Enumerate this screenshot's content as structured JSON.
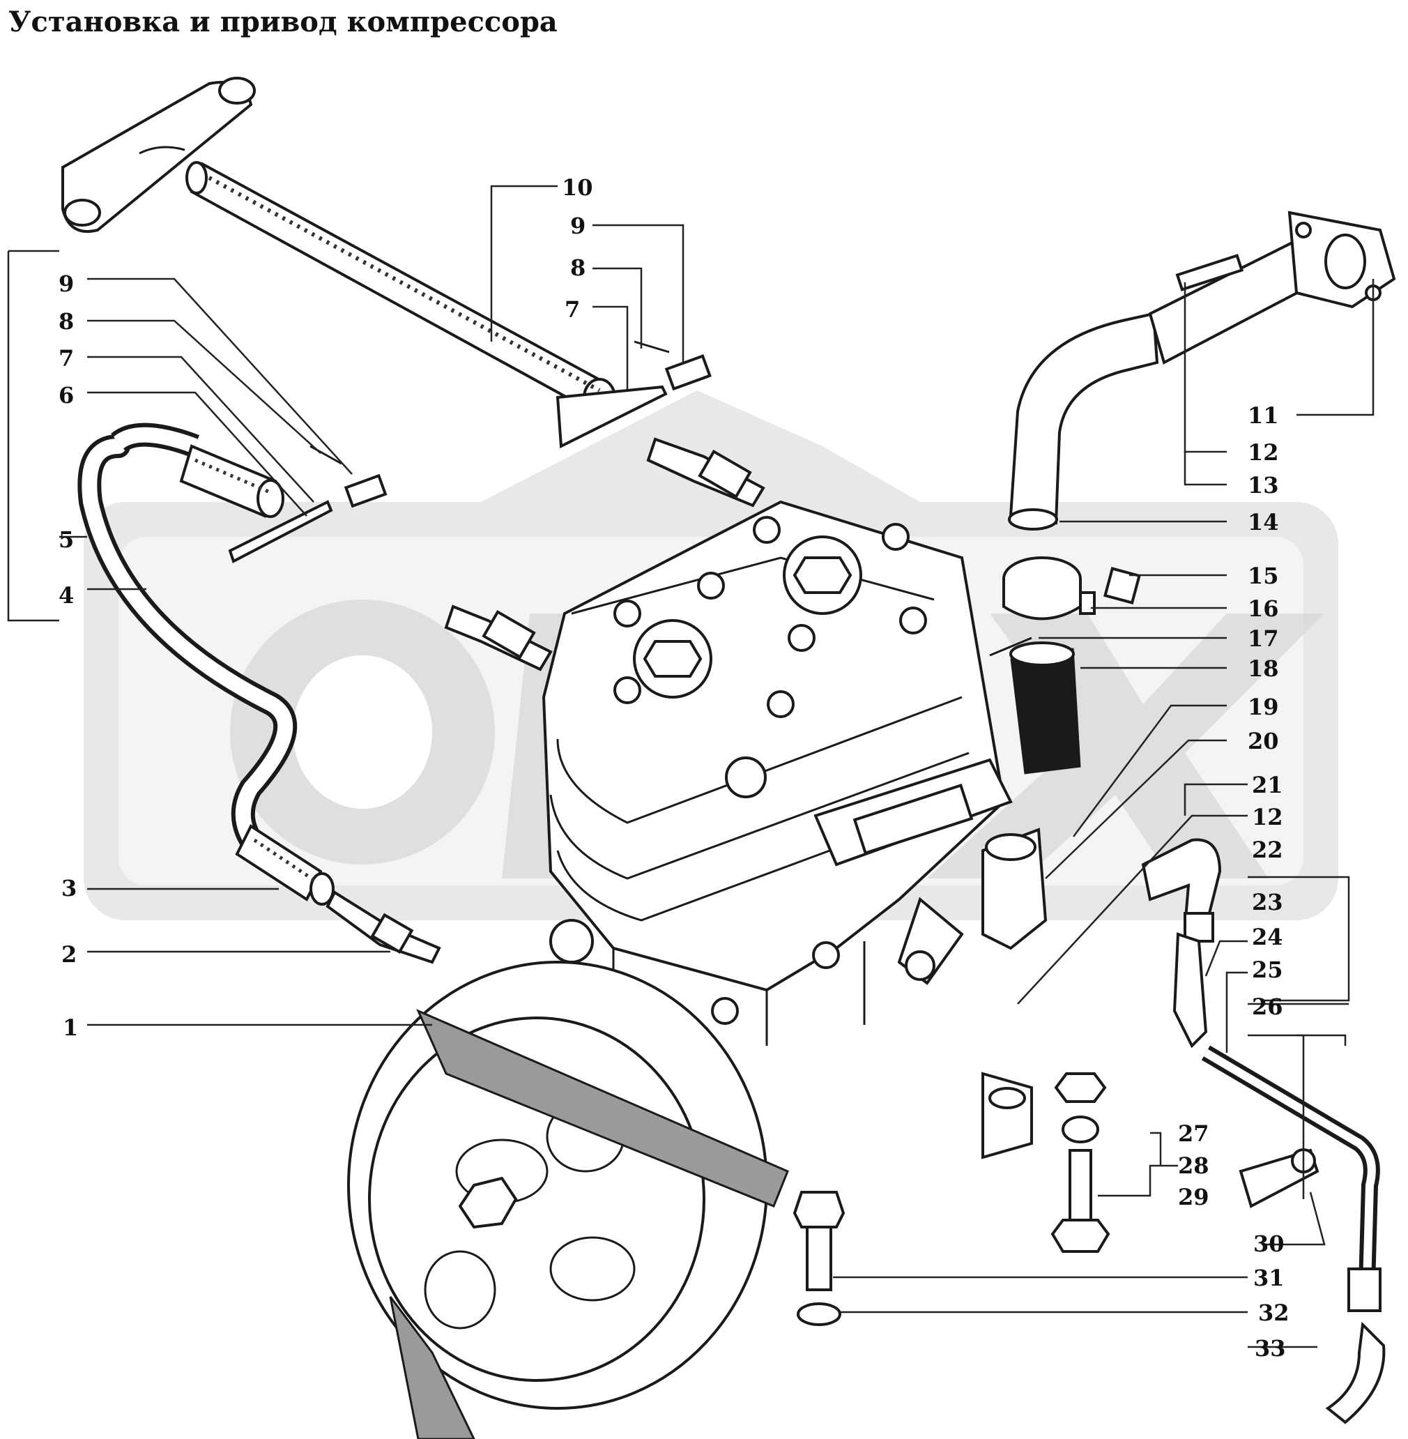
{
  "title": "Установка и привод компрессора",
  "callouts": {
    "c1": "1",
    "c2": "2",
    "c3": "3",
    "c4": "4",
    "c5": "5",
    "c6": "6",
    "c7l": "7",
    "c8l": "8",
    "c9l": "9",
    "c10": "10",
    "c9r": "9",
    "c8r": "8",
    "c7r": "7",
    "c11": "11",
    "c12a": "12",
    "c13": "13",
    "c14": "14",
    "c15": "15",
    "c16": "16",
    "c17": "17",
    "c18": "18",
    "c19": "19",
    "c20": "20",
    "c21": "21",
    "c12b": "12",
    "c22": "22",
    "c23": "23",
    "c24": "24",
    "c25": "25",
    "c26": "26",
    "c27": "27",
    "c28": "28",
    "c29": "29",
    "c30": "30",
    "c31": "31",
    "c32": "32",
    "c33": "33"
  },
  "watermark_logo": "ОРЕХ"
}
